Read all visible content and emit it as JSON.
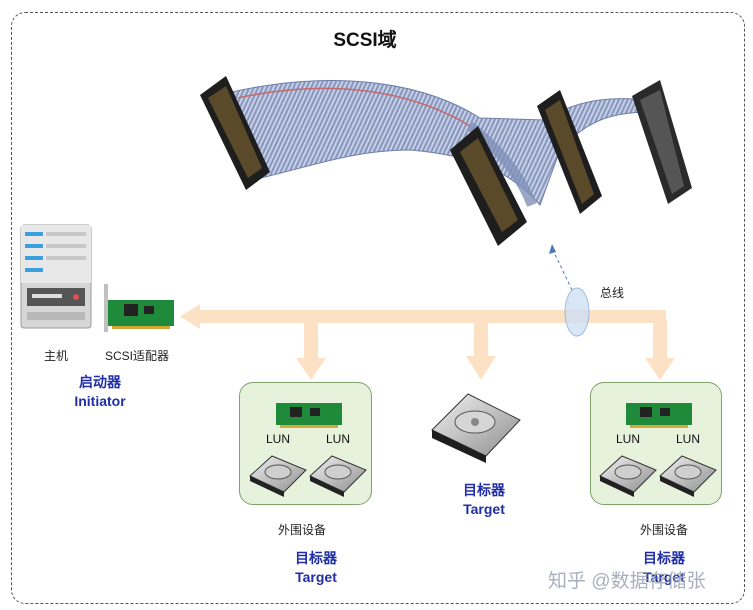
{
  "title": "SCSI域",
  "bus_label": "总线",
  "host": {
    "label": "主机",
    "adapter_label": "SCSI适配器",
    "role_cn": "启动器",
    "role_en": "Initiator"
  },
  "targets": [
    {
      "lun1": "LUN",
      "lun2": "LUN",
      "caption": "外围设备",
      "role_cn": "目标器",
      "role_en": "Target"
    },
    {
      "role_cn": "目标器",
      "role_en": "Target"
    },
    {
      "lun1": "LUN",
      "lun2": "LUN",
      "caption": "外围设备",
      "role_cn": "目标器",
      "role_en": "Target"
    }
  ],
  "watermark": "知乎 @数据存储张",
  "colors": {
    "bus": "#fce1c4",
    "peripheral_bg": "#e6f2dc",
    "role_text": "#1f2ea6",
    "cable": "#7f90b8"
  }
}
